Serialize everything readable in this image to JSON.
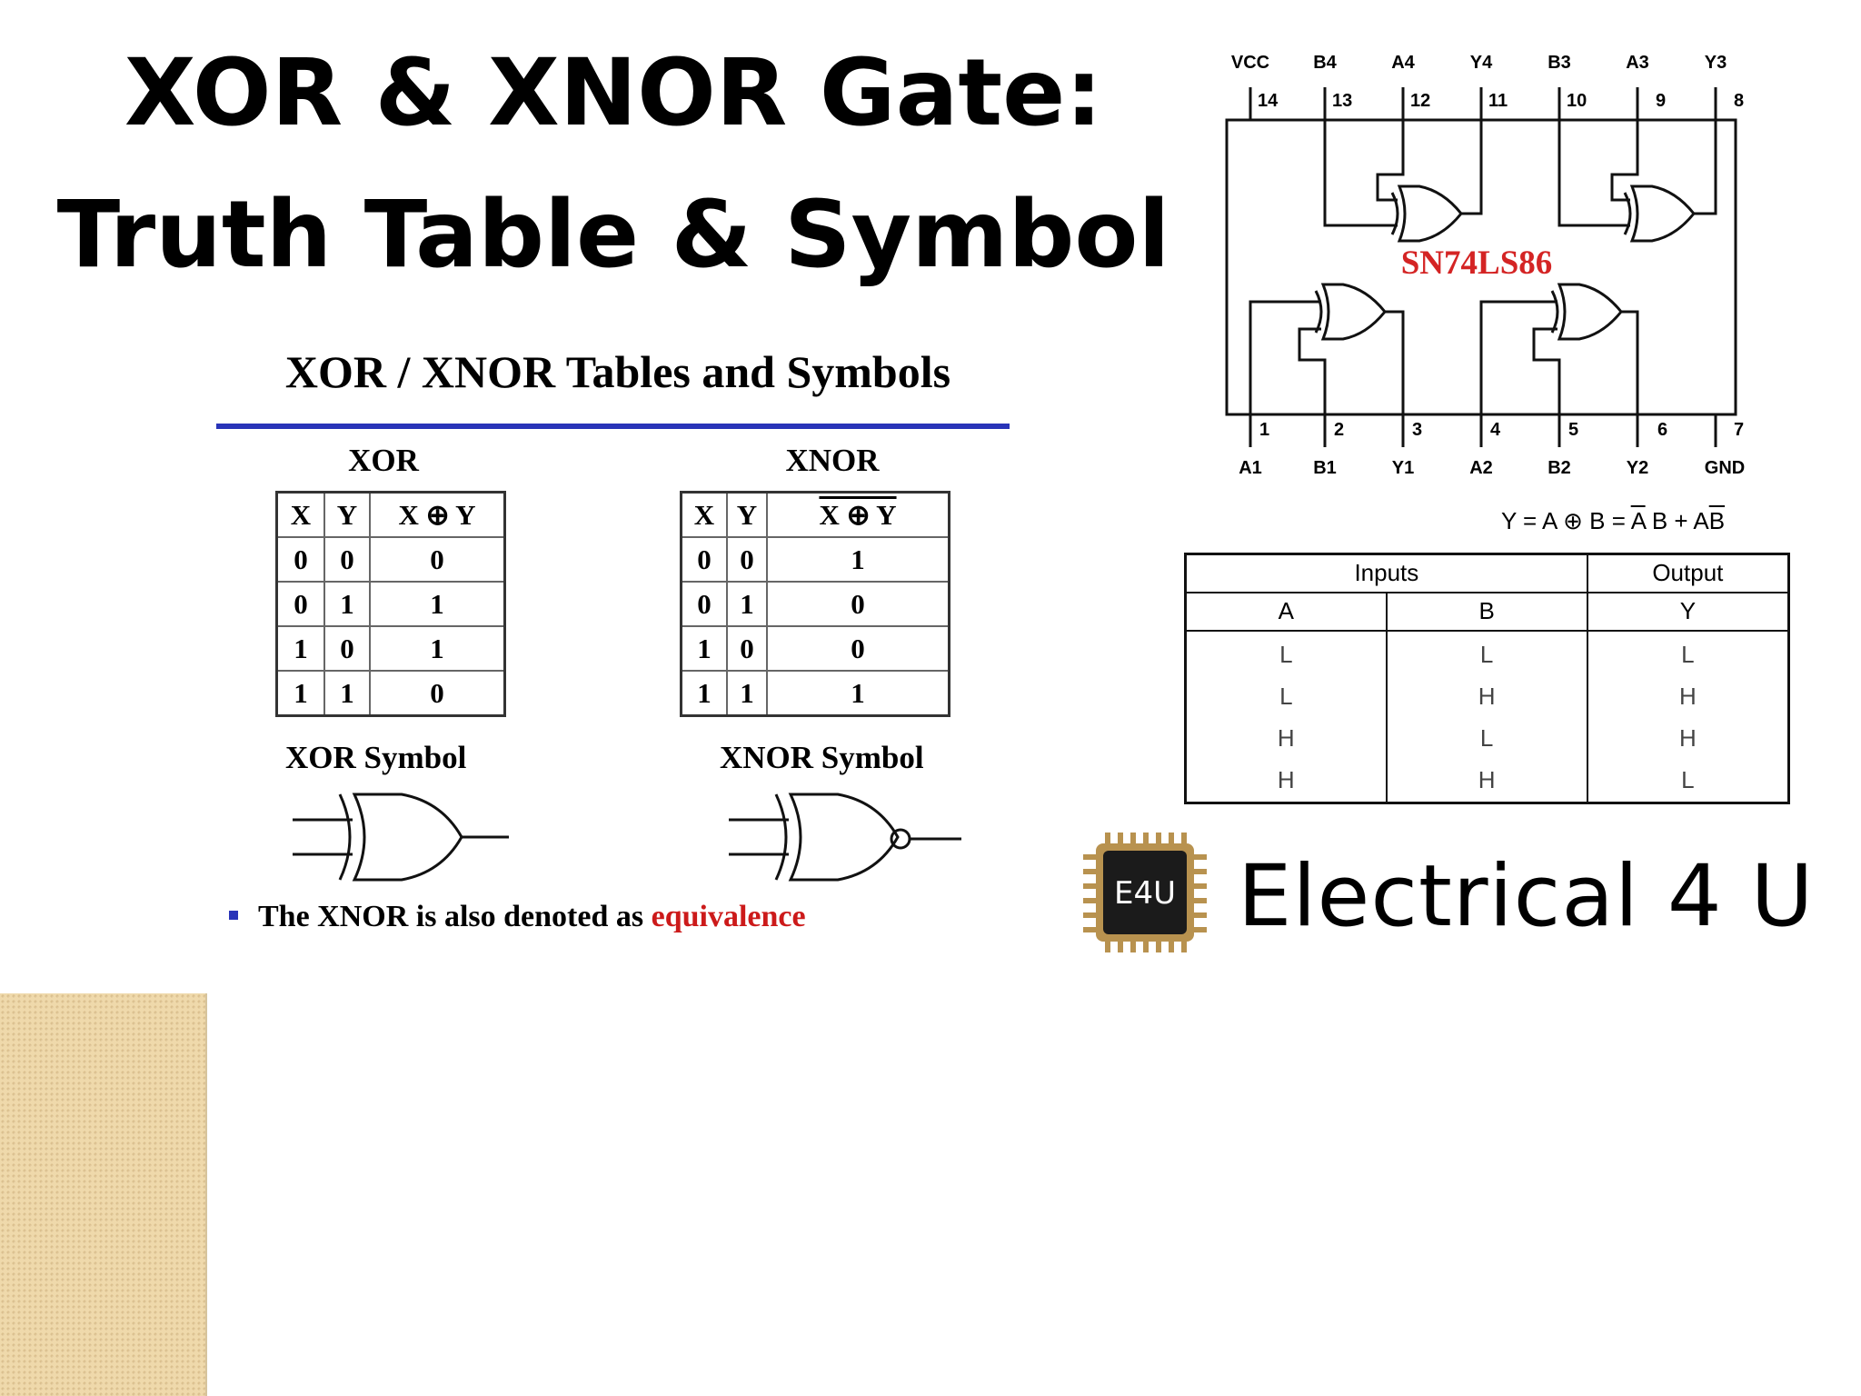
{
  "title": {
    "line1": "XOR & XNOR Gate:",
    "line2": "Truth Table & Symbol"
  },
  "slide": {
    "heading": "XOR / XNOR Tables and Symbols",
    "xor_head": "XOR",
    "xnor_head": "XNOR",
    "xor_table": {
      "headers": [
        "X",
        "Y",
        "X ⊕ Y"
      ],
      "rows": [
        [
          "0",
          "0",
          "0"
        ],
        [
          "0",
          "1",
          "1"
        ],
        [
          "1",
          "0",
          "1"
        ],
        [
          "1",
          "1",
          "0"
        ]
      ]
    },
    "xnor_table": {
      "headers": [
        "X",
        "Y",
        "X ⊕ Y"
      ],
      "rows": [
        [
          "0",
          "0",
          "1"
        ],
        [
          "0",
          "1",
          "0"
        ],
        [
          "1",
          "0",
          "0"
        ],
        [
          "1",
          "1",
          "1"
        ]
      ]
    },
    "xor_symbol_label": "XOR Symbol",
    "xnor_symbol_label": "XNOR Symbol",
    "note_prefix": "The XNOR is also denoted as ",
    "note_highlight": "equivalence"
  },
  "chip": {
    "name": "SN74LS86",
    "top_pins": [
      {
        "name": "VCC",
        "num": "14"
      },
      {
        "name": "B4",
        "num": "13"
      },
      {
        "name": "A4",
        "num": "12"
      },
      {
        "name": "Y4",
        "num": "11"
      },
      {
        "name": "B3",
        "num": "10"
      },
      {
        "name": "A3",
        "num": "9"
      },
      {
        "name": "Y3",
        "num": "8"
      }
    ],
    "bottom_pins": [
      {
        "name": "A1",
        "num": "1"
      },
      {
        "name": "B1",
        "num": "2"
      },
      {
        "name": "Y1",
        "num": "3"
      },
      {
        "name": "A2",
        "num": "4"
      },
      {
        "name": "B2",
        "num": "5"
      },
      {
        "name": "Y2",
        "num": "6"
      },
      {
        "name": "GND",
        "num": "7"
      }
    ]
  },
  "formula": {
    "p1": "Y = A ⊕ B = ",
    "p2": "A",
    "p3": " B + A",
    "p4": "B"
  },
  "logic_table": {
    "group_inputs": "Inputs",
    "group_output": "Output",
    "headers": [
      "A",
      "B",
      "Y"
    ],
    "rows": [
      [
        "L",
        "L",
        "L"
      ],
      [
        "L",
        "H",
        "H"
      ],
      [
        "H",
        "L",
        "H"
      ],
      [
        "H",
        "H",
        "L"
      ]
    ]
  },
  "brand": {
    "logo_text": "E4U",
    "name": "Electrical 4 U"
  }
}
